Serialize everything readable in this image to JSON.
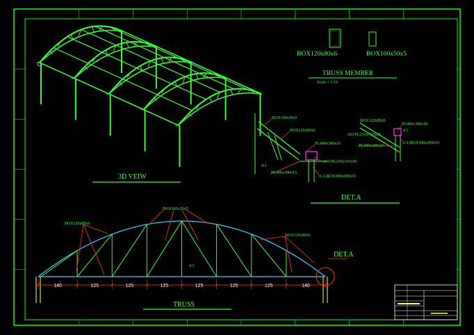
{
  "colors": {
    "background": "#000000",
    "frame": "#00ff00",
    "structure": "#33ff33",
    "arch_chord": "#33ccff",
    "leader": "#ff3333",
    "dimension": "#ff3333",
    "dimension_text": "#ffffff",
    "column": "#ffff66",
    "plate_highlight": "#ff33ff"
  },
  "views": {
    "iso_title": "3D VEIW",
    "truss_title": "TRUSS",
    "detail_title": "DET.A",
    "detail_callout": "DET.A"
  },
  "truss_member": {
    "title": "TRUSS MEMBER",
    "scale": "Scale = 1/10",
    "sections": [
      {
        "label": "BOX120x80x6"
      },
      {
        "label": "BOX100x50x5"
      }
    ]
  },
  "truss": {
    "spans": [
      "140",
      "125",
      "125",
      "125",
      "125",
      "125",
      "125",
      "140"
    ],
    "member_labels": {
      "top_left": "BOX120x80x6",
      "top_mid": "BOX100x50x5",
      "top_right": "BOX120x80x6"
    },
    "mid_mark": "4.1"
  },
  "detail_a": {
    "left": {
      "box_web": "BOX100x50x5",
      "box_chord": "BOX120x80x6",
      "plate_top": "PL400x300x10",
      "plate_side": "2xUPL250x110x10",
      "plate_base": "PL400x300x15",
      "column": "C1.BOX300x200x10",
      "mark": "4.1"
    },
    "right": {
      "box_chord": "BOX120x80x6",
      "plate_side": "2xUPL250x110x10",
      "plate_top": "PL400x300x10",
      "plate_base": "PL400x300x15",
      "column": "C1.BOX300x200x10",
      "mark": "4.1"
    }
  },
  "title_block": {
    "note": "title block"
  }
}
